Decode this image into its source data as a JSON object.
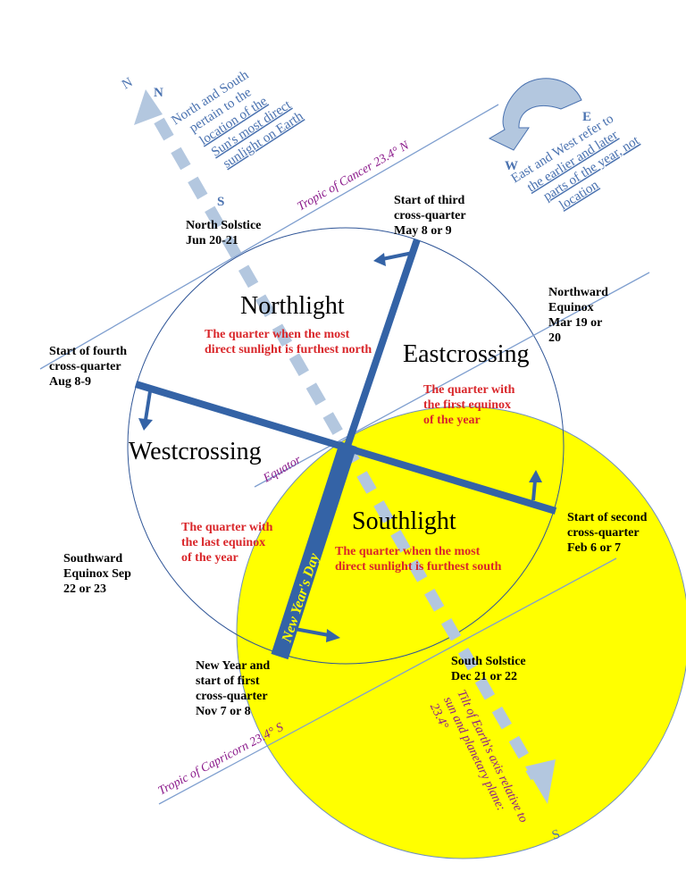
{
  "colors": {
    "bar": "#3463a6",
    "axis": "#b3c7df",
    "yellow": "#ffff00",
    "purple": "#8b1a8b",
    "red": "#d9262a",
    "blueText": "#4a72b0"
  },
  "axis": {
    "top_big": "N",
    "top_small": "N",
    "bottom_small": "S",
    "bottom_big": "S"
  },
  "ns_note": [
    "North and South",
    "pertain to the",
    "location of the",
    "Sun's most direct",
    "sunlight on Earth"
  ],
  "ew_note": {
    "w": "W",
    "e": "E",
    "lines": [
      "East and West refer to",
      "the earlier and later",
      "parts of the year, not",
      "location"
    ]
  },
  "lines": {
    "cancer": "Tropic of Cancer 23.4° N",
    "equator": "Equator",
    "capricorn": "Tropic of Capricorn 23.4° S"
  },
  "tilt": [
    "Tilt of Earth's axis relative to",
    "sun and planetary plane:",
    "23.4°"
  ],
  "bar_label": "New Year's Day",
  "quarters": {
    "northlight": {
      "name": "Northlight",
      "desc": [
        "The quarter when the most",
        "direct sunlight is furthest north"
      ]
    },
    "eastcrossing": {
      "name": "Eastcrossing",
      "desc": [
        "The quarter with",
        "the first equinox",
        "of the year"
      ]
    },
    "westcrossing": {
      "name": "Westcrossing",
      "desc": [
        "The quarter with",
        "the last equinox",
        "of the year"
      ]
    },
    "southlight": {
      "name": "Southlight",
      "desc": [
        "The quarter  when the most",
        "direct sunlight is furthest south"
      ]
    }
  },
  "points": {
    "north_solstice": [
      "North Solstice",
      "Jun 20-21"
    ],
    "third_cross": [
      "Start of third",
      "cross-quarter",
      "May 8 or 9"
    ],
    "northward_equinox": [
      "Northward",
      "Equinox",
      "Mar 19 or",
      "20"
    ],
    "fourth_cross": [
      "Start of fourth",
      "cross-quarter",
      "Aug 8-9"
    ],
    "second_cross": [
      "Start of second",
      "cross-quarter",
      "Feb 6 or 7"
    ],
    "southward_equinox": [
      "Southward",
      "Equinox Sep",
      "22 or 23"
    ],
    "new_year": [
      "New Year and",
      "start of first",
      "cross-quarter",
      "Nov 7 or 8"
    ],
    "south_solstice": [
      "South Solstice",
      "Dec 21 or 22"
    ]
  }
}
